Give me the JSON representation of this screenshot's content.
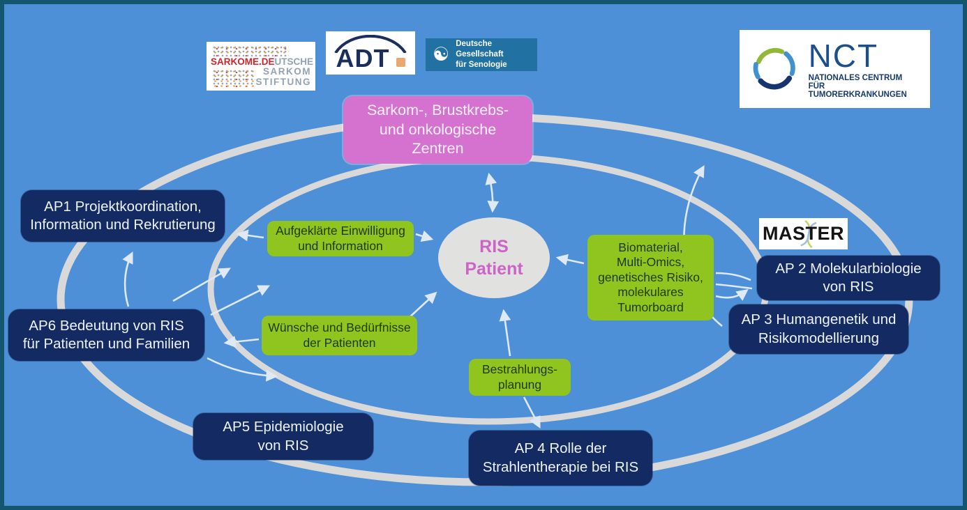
{
  "theme": {
    "background": "#4d90d7",
    "frame_border": "#14566e",
    "work_package_fill": "#132a62",
    "topic_fill": "#90c41e",
    "hub_fill": "#d572cf",
    "center_fill": "#e1e1df",
    "center_text": "#cc63c6",
    "ring_color": "#d9d9d9",
    "arrow_color": "#dfe9f6"
  },
  "logos": {
    "sarkome": {
      "brand": "SARKOME.DE",
      "brand_suffix": "UTSCHE",
      "line2": "SARKOM",
      "line3": "STIFTUNG"
    },
    "adt": {
      "label": "ADT"
    },
    "senologie": {
      "line1": "Deutsche Gesellschaft",
      "line2": "für Senologie"
    },
    "nct": {
      "abbr": "NCT",
      "subtitle": "NATIONALES CENTRUM\nFÜR TUMORERKRANKUNGEN"
    },
    "master": {
      "label": "MASTER"
    }
  },
  "center_node": {
    "label": "RIS\nPatient"
  },
  "hub_node": {
    "label": "Sarkom-, Brustkrebs-\nund onkologische\nZentren"
  },
  "work_packages": [
    {
      "id": "ap1",
      "label": "AP1 Projektkoordination,\nInformation und Rekrutierung"
    },
    {
      "id": "ap2",
      "label": "AP 2 Molekularbiologie\nvon RIS"
    },
    {
      "id": "ap3",
      "label": "AP 3 Humangenetik und\nRisikomodellierung"
    },
    {
      "id": "ap4",
      "label": "AP 4 Rolle der\nStrahlentherapie bei RIS"
    },
    {
      "id": "ap5",
      "label": "AP5 Epidemiologie\nvon RIS"
    },
    {
      "id": "ap6",
      "label": "AP6 Bedeutung von RIS\nfür Patienten und Familien"
    }
  ],
  "topics": [
    {
      "id": "einwilligung",
      "label": "Aufgeklärte Einwilligung\nund Information"
    },
    {
      "id": "wuensche",
      "label": "Wünsche und Bedürfnisse\nder Patienten"
    },
    {
      "id": "bestrahlung",
      "label": "Bestrahlungs-\nplanung"
    },
    {
      "id": "biomaterial",
      "label": "Biomaterial,\nMulti-Omics,\ngenetisches Risiko,\nmolekulares\nTumorboard"
    }
  ]
}
